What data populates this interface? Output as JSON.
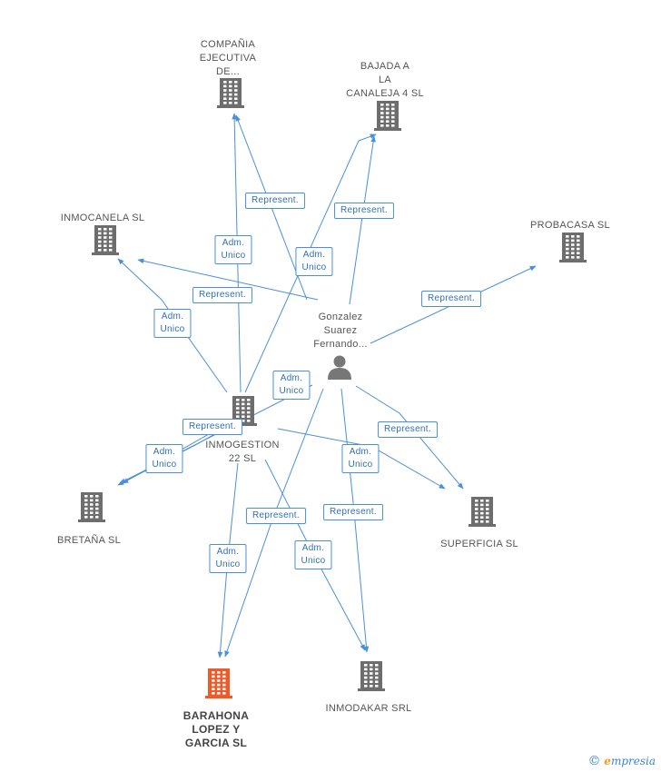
{
  "colors": {
    "edge": "#4a90d9",
    "company": "#6d6d6d",
    "focus": "#f05a28",
    "person": "#777777"
  },
  "nodes": [
    {
      "id": "compania",
      "type": "company",
      "label": [
        "COMPAÑIA",
        "EJECUTIVA",
        "DE..."
      ]
    },
    {
      "id": "bajada",
      "type": "company",
      "label": [
        "BAJADA A",
        "LA",
        "CANALEJA 4 SL"
      ]
    },
    {
      "id": "inmocanela",
      "type": "company",
      "label": [
        "INMOCANELA SL"
      ]
    },
    {
      "id": "probacasa",
      "type": "company",
      "label": [
        "PROBACASA SL"
      ]
    },
    {
      "id": "gonzalez",
      "type": "person",
      "label": [
        "Gonzalez",
        "Suarez",
        "Fernando..."
      ]
    },
    {
      "id": "inmogestion",
      "type": "company",
      "label": [
        "INMOGESTION",
        "22 SL"
      ]
    },
    {
      "id": "bretana",
      "type": "company",
      "label": [
        "BRETAÑA SL"
      ]
    },
    {
      "id": "superficia",
      "type": "company",
      "label": [
        "SUPERFICIA SL"
      ]
    },
    {
      "id": "barahona",
      "type": "focus",
      "label": [
        "BARAHONA",
        "LOPEZ Y",
        "GARCIA SL"
      ]
    },
    {
      "id": "inmodakar",
      "type": "company",
      "label": [
        "INMODAKAR SRL"
      ]
    }
  ],
  "edges": [
    {
      "from": "inmogestion",
      "to": "compania",
      "label": [
        "Adm.",
        "Unico"
      ]
    },
    {
      "from": "gonzalez",
      "to": "compania",
      "label": [
        "Represent."
      ]
    },
    {
      "from": "inmogestion",
      "to": "bajada",
      "label": [
        "Adm.",
        "Unico"
      ]
    },
    {
      "from": "gonzalez",
      "to": "bajada",
      "label": [
        "Represent."
      ]
    },
    {
      "from": "inmogestion",
      "to": "inmocanela",
      "label": [
        "Adm.",
        "Unico"
      ]
    },
    {
      "from": "gonzalez",
      "to": "inmocanela",
      "label": [
        "Represent."
      ]
    },
    {
      "from": "gonzalez",
      "to": "probacasa",
      "label": [
        "Represent."
      ]
    },
    {
      "from": "gonzalez",
      "to": "bretana",
      "label": [
        "Adm.",
        "Unico"
      ]
    },
    {
      "from": "inmogestion",
      "to": "bretana",
      "label": [
        "Adm.",
        "Unico"
      ]
    },
    {
      "from": "gonzalez",
      "to": "bretana",
      "label": [
        "Represent."
      ]
    },
    {
      "from": "gonzalez",
      "to": "superficia",
      "label": [
        "Represent."
      ]
    },
    {
      "from": "inmogestion",
      "to": "superficia",
      "label": [
        "Adm.",
        "Unico"
      ]
    },
    {
      "from": "inmogestion",
      "to": "barahona",
      "label": [
        "Adm.",
        "Unico"
      ]
    },
    {
      "from": "gonzalez",
      "to": "barahona",
      "label": [
        "Represent."
      ]
    },
    {
      "from": "inmogestion",
      "to": "inmodakar",
      "label": [
        "Adm.",
        "Unico"
      ]
    },
    {
      "from": "gonzalez",
      "to": "inmodakar",
      "label": [
        "Represent."
      ]
    }
  ],
  "brand": {
    "copyright": "©",
    "first": "e",
    "rest": "mpresia"
  }
}
